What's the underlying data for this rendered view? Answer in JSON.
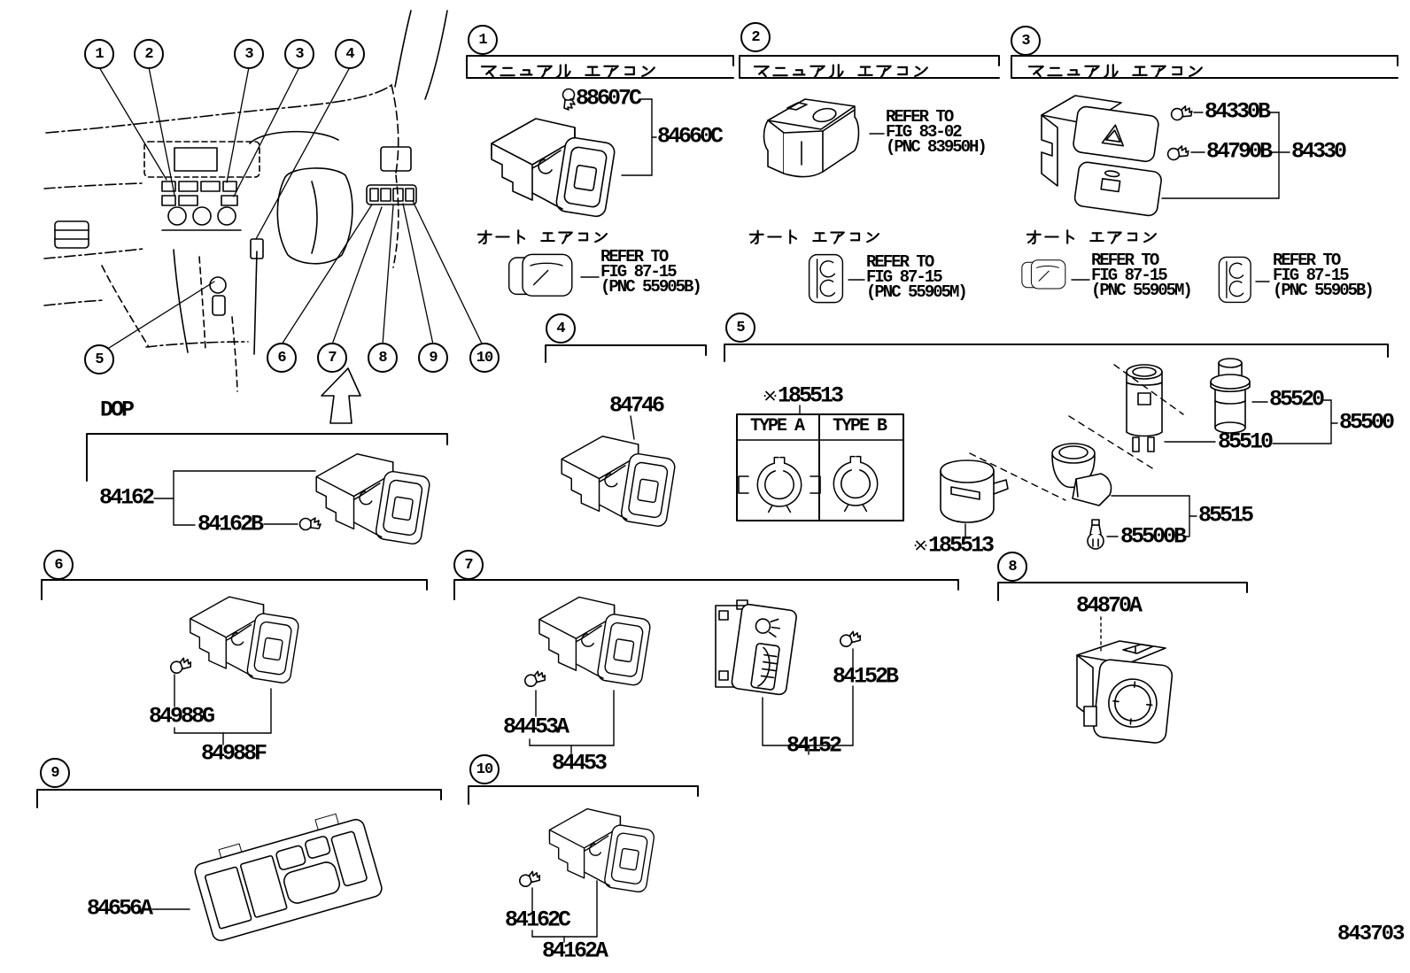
{
  "page": {
    "code": "843703"
  },
  "dash_callouts": [
    "1",
    "2",
    "3",
    "3",
    "4",
    "5",
    "6",
    "7",
    "8",
    "9",
    "10"
  ],
  "section_markers": [
    "1",
    "2",
    "3",
    "4",
    "5",
    "6",
    "7",
    "8",
    "9",
    "10"
  ],
  "headers": {
    "manual_ac": "マニュアル エアコン",
    "auto_ac": "オート エアコン"
  },
  "marks": {
    "reference": "※"
  },
  "labels": {
    "dop": "DOP"
  },
  "s1": {
    "bulb": "88607C",
    "switch": "84660C",
    "refer_auto": [
      "REFER TO",
      "FIG 87-15",
      "(PNC 55905B)"
    ]
  },
  "s2": {
    "refer_main": [
      "REFER TO",
      "FIG 83-02",
      "(PNC 83950H)"
    ],
    "refer_auto": [
      "REFER TO",
      "FIG 87-15",
      "(PNC 55905M)"
    ]
  },
  "s3": {
    "bulb1": "84330B",
    "bulb2": "84790B",
    "assembly": "84330",
    "refer_auto_left": [
      "REFER TO",
      "FIG 87-15",
      "(PNC 55905M)"
    ],
    "refer_auto_right": [
      "REFER TO",
      "FIG 87-15",
      "(PNC 55905B)"
    ]
  },
  "s4": {
    "switch": "84746"
  },
  "s5": {
    "clip_num": "185513",
    "type_a": "TYPE A",
    "type_b": "TYPE B",
    "holder_num": "185513",
    "plug": "85520",
    "assembly": "85500",
    "socket": "85510",
    "housing": "85515",
    "bulb": "85500B"
  },
  "dop_section": {
    "switch": "84162",
    "bulb": "84162B"
  },
  "s6": {
    "bulb": "84988G",
    "switch": "84988F"
  },
  "s7": {
    "bulb": "84453A",
    "switch": "84453",
    "rheostat_bulb": "84152B",
    "rheostat": "84152"
  },
  "s8": {
    "mirror_switch": "84870A"
  },
  "s9": {
    "bezel": "84656A"
  },
  "s10": {
    "bulb": "84162C",
    "switch": "84162A"
  }
}
